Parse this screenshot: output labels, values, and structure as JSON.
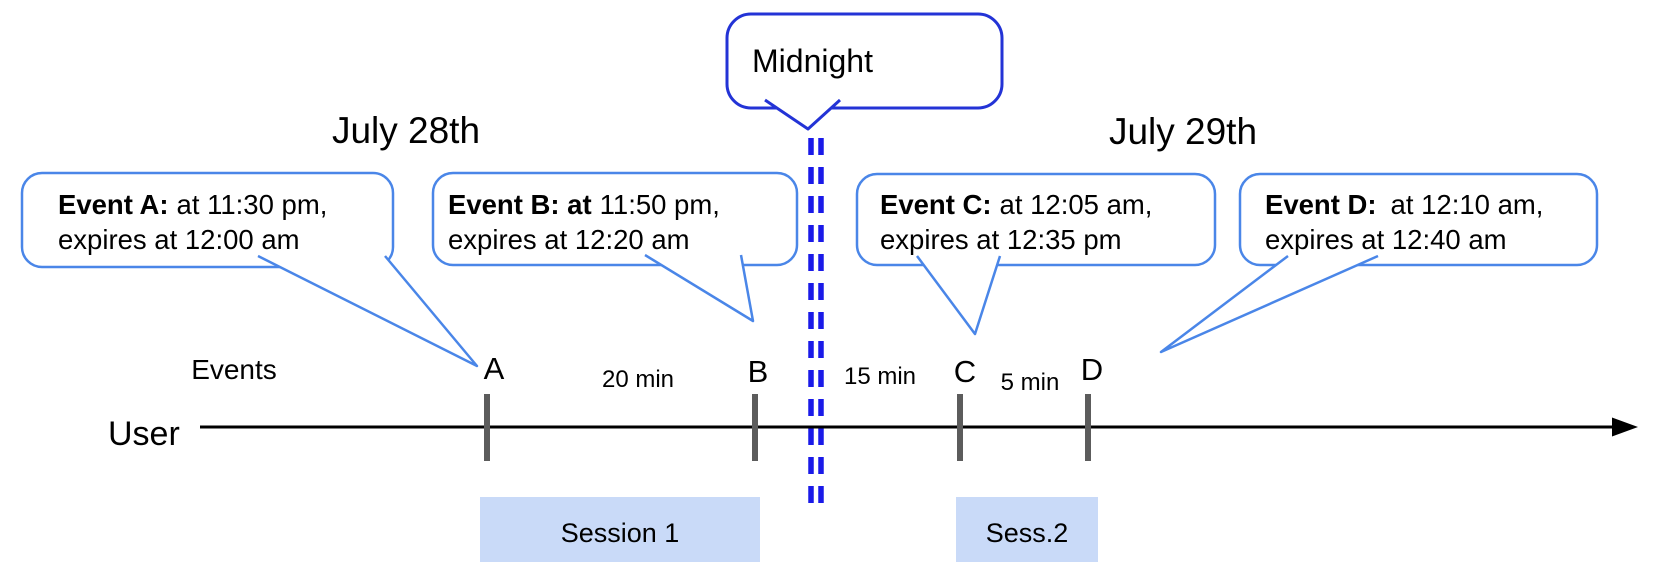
{
  "title_dates": {
    "july28": "July 28th",
    "july29": "July 29th"
  },
  "midnight": {
    "label": "Midnight"
  },
  "events": {
    "a": {
      "bold": "Event A:",
      "time": "at 11:30 pm,",
      "expires": "expires at 12:00 am"
    },
    "b": {
      "bold": "Event B: at",
      "time": "11:50 pm,",
      "expires": "expires at 12:20 am"
    },
    "c": {
      "bold": "Event C:",
      "time": "at 12:05 am,",
      "expires": "expires at 12:35 pm"
    },
    "d": {
      "bold": "Event D:",
      "time": "at 12:10 am,",
      "expires": "expires at 12:40 am"
    }
  },
  "timeline": {
    "row_label": "User",
    "events_label": "Events",
    "markers": {
      "a": "A",
      "b": "B",
      "c": "C",
      "d": "D"
    },
    "gaps": {
      "ab": "20 min",
      "midnight_c": "15 min",
      "cd": "5 min"
    }
  },
  "sessions": {
    "s1": "Session 1",
    "s2": "Sess.2"
  },
  "colors": {
    "event_callout_border": "#4a86e8",
    "midnight_border": "#2333d6",
    "midnight_dash": "#1a1ae8",
    "session_fill": "#c9daf8",
    "tick": "#5c5c5c",
    "axis": "#000000"
  }
}
